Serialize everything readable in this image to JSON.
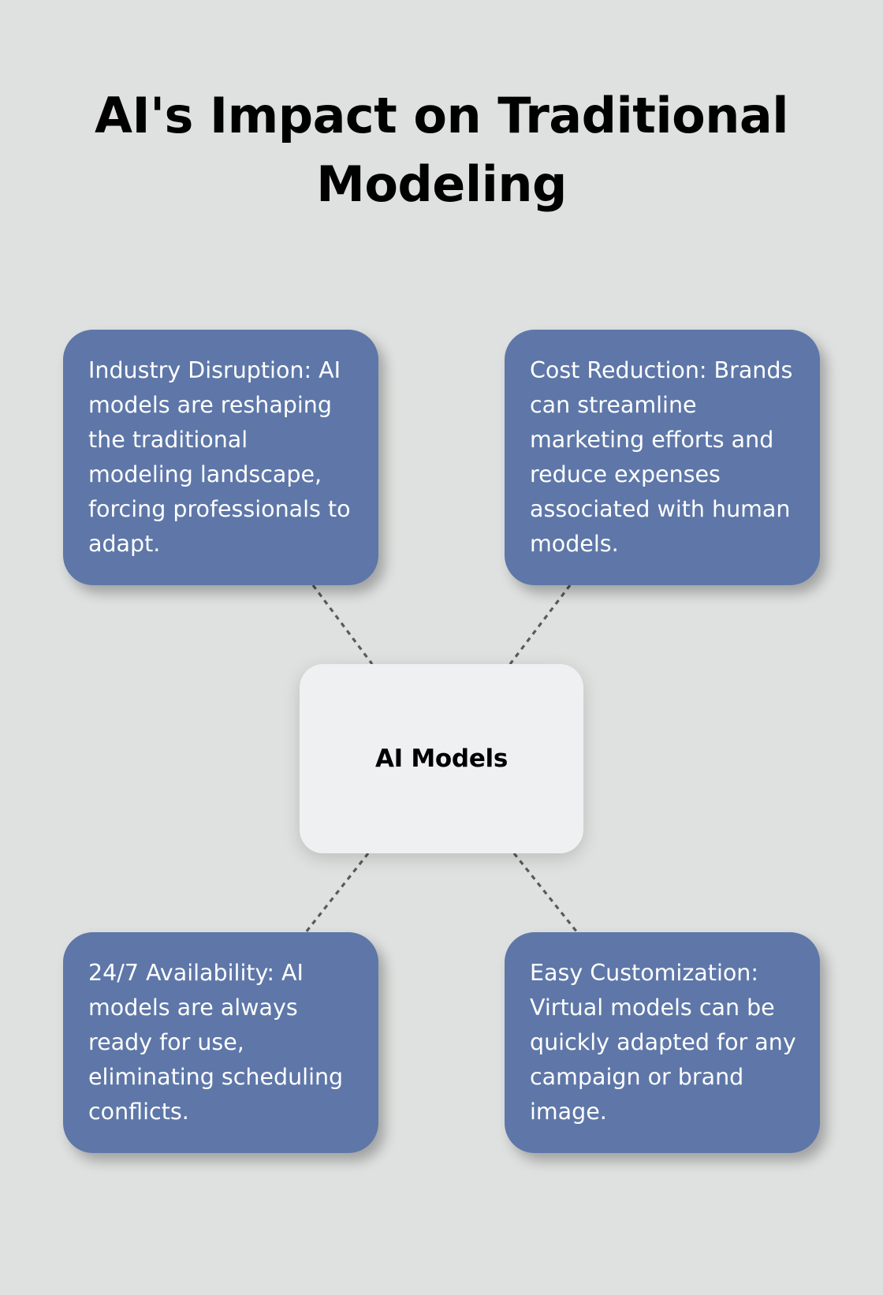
{
  "title": {
    "line1": "AI's Impact on Traditional",
    "line2": "Modeling"
  },
  "center_node": {
    "label": "AI Models"
  },
  "nodes": [
    {
      "position": "top-left",
      "text": "Industry Disruption: AI models are reshaping the traditional modeling landscape, forcing professionals to adapt."
    },
    {
      "position": "top-right",
      "text": "Cost Reduction: Brands can streamline marketing efforts and reduce expenses associated with human models."
    },
    {
      "position": "bottom-left",
      "text": "24/7 Availability: AI models are always ready for use, eliminating scheduling conflicts."
    },
    {
      "position": "bottom-right",
      "text": "Easy Customization: Virtual models can be quickly adapted for any campaign or brand image."
    }
  ],
  "colors": {
    "background": "#dfe1e0",
    "node_fill": "#5e77a8",
    "center_fill": "#eff0f2",
    "connector": "#5a5a5a",
    "node_text": "#ffffff",
    "title_text": "#000000"
  }
}
